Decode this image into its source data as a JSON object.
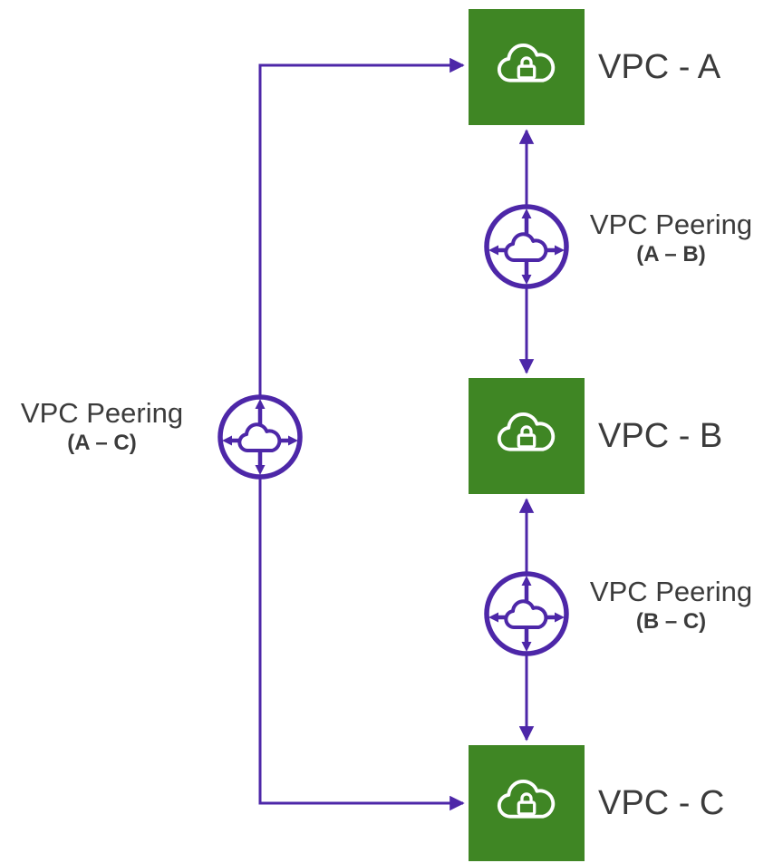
{
  "colors": {
    "vpc_green": "#3F8624",
    "peering_purple": "#4D27A8",
    "text_dark": "#3B3B3B"
  },
  "vpcs": [
    {
      "label": "VPC - A"
    },
    {
      "label": "VPC - B"
    },
    {
      "label": "VPC - C"
    }
  ],
  "peerings": [
    {
      "label": "VPC Peering",
      "pair": "(A – B)"
    },
    {
      "label": "VPC Peering",
      "pair": "(B – C)"
    },
    {
      "label": "VPC Peering",
      "pair": "(A – C)"
    }
  ],
  "icons": {
    "vpc": "vpc-cloud-lock-icon",
    "peering": "vpc-peering-icon"
  }
}
